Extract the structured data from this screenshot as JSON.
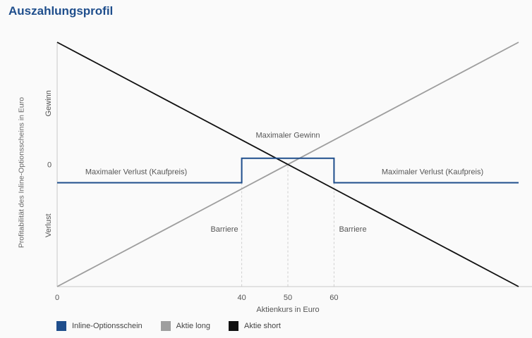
{
  "title": "Auszahlungsprofil",
  "chart_data": {
    "type": "line",
    "title": "Auszahlungsprofil",
    "xlabel": "Aktienkurs in Euro",
    "ylabel": "Profitabilität des Inline-Optionsscheins in Euro",
    "y_region_labels": {
      "top": "Gewinn",
      "zero": "0",
      "bottom": "Verlust"
    },
    "x_ticks": [
      0,
      40,
      50,
      60
    ],
    "xlim": [
      0,
      100
    ],
    "ylim": [
      -100,
      100
    ],
    "barriers": [
      40,
      60
    ],
    "annotations": {
      "max_gain": "Maximaler Gewinn",
      "max_loss_left": "Maximaler Verlust (Kaufpreis)",
      "max_loss_right": "Maximaler Verlust (Kaufpreis)",
      "barrier_left": "Barriere",
      "barrier_right": "Barriere"
    },
    "grid": false,
    "legend_position": "bottom-left",
    "series": [
      {
        "name": "Inline-Optionsschein",
        "color": "#1f4e8c",
        "x": [
          0,
          40,
          40,
          60,
          60,
          100
        ],
        "y": [
          -15,
          -15,
          5,
          5,
          -15,
          -15
        ]
      },
      {
        "name": "Aktie long",
        "color": "#9e9e9e",
        "x": [
          0,
          100
        ],
        "y": [
          -100,
          100
        ]
      },
      {
        "name": "Aktie short",
        "color": "#111111",
        "x": [
          0,
          100
        ],
        "y": [
          100,
          -100
        ]
      }
    ]
  }
}
